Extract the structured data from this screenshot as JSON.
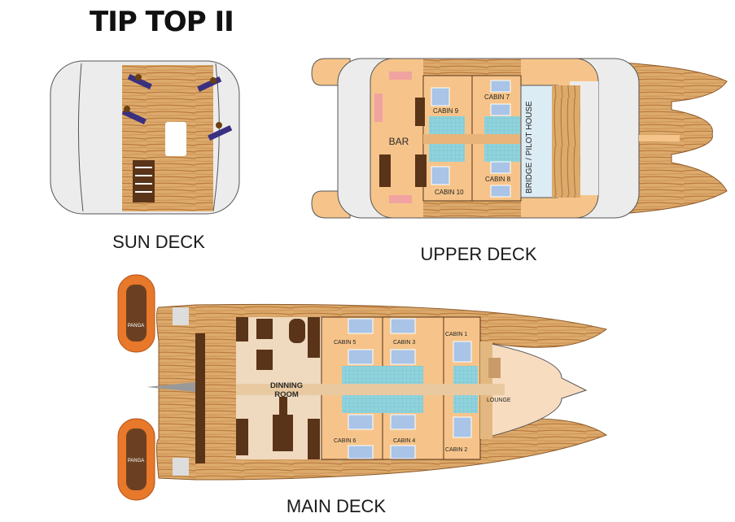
{
  "title": "TIP TOP II",
  "decks": {
    "sun": {
      "label": "SUN DECK"
    },
    "upper": {
      "label": "UPPER DECK",
      "rooms": {
        "bar": "BAR",
        "cabin9": "CABIN 9",
        "cabin7": "CABIN 7",
        "cabin8": "CABIN 8",
        "cabin10": "CABIN 10",
        "bridge": "BRIDGE / PILOT HOUSE"
      }
    },
    "main": {
      "label": "MAIN DECK",
      "rooms": {
        "dining1": "DINNING",
        "dining2": "ROOM",
        "cabin5": "CABIN 5",
        "cabin3": "CABIN 3",
        "cabin1": "CABIN 1",
        "cabin6": "CABIN 6",
        "cabin4": "CABIN 4",
        "cabin2": "CABIN 2",
        "lounge": "LOUNGE"
      },
      "tenders": [
        "PANGA",
        "PANGA"
      ]
    }
  },
  "colors": {
    "wood": "#d9a567",
    "wood_dark": "#b57a3e",
    "interior": "#f6c48a",
    "bath": "#8fd3dc",
    "grey": "#ececec",
    "bridge": "#dcecf4",
    "panga": "#e8782a"
  }
}
